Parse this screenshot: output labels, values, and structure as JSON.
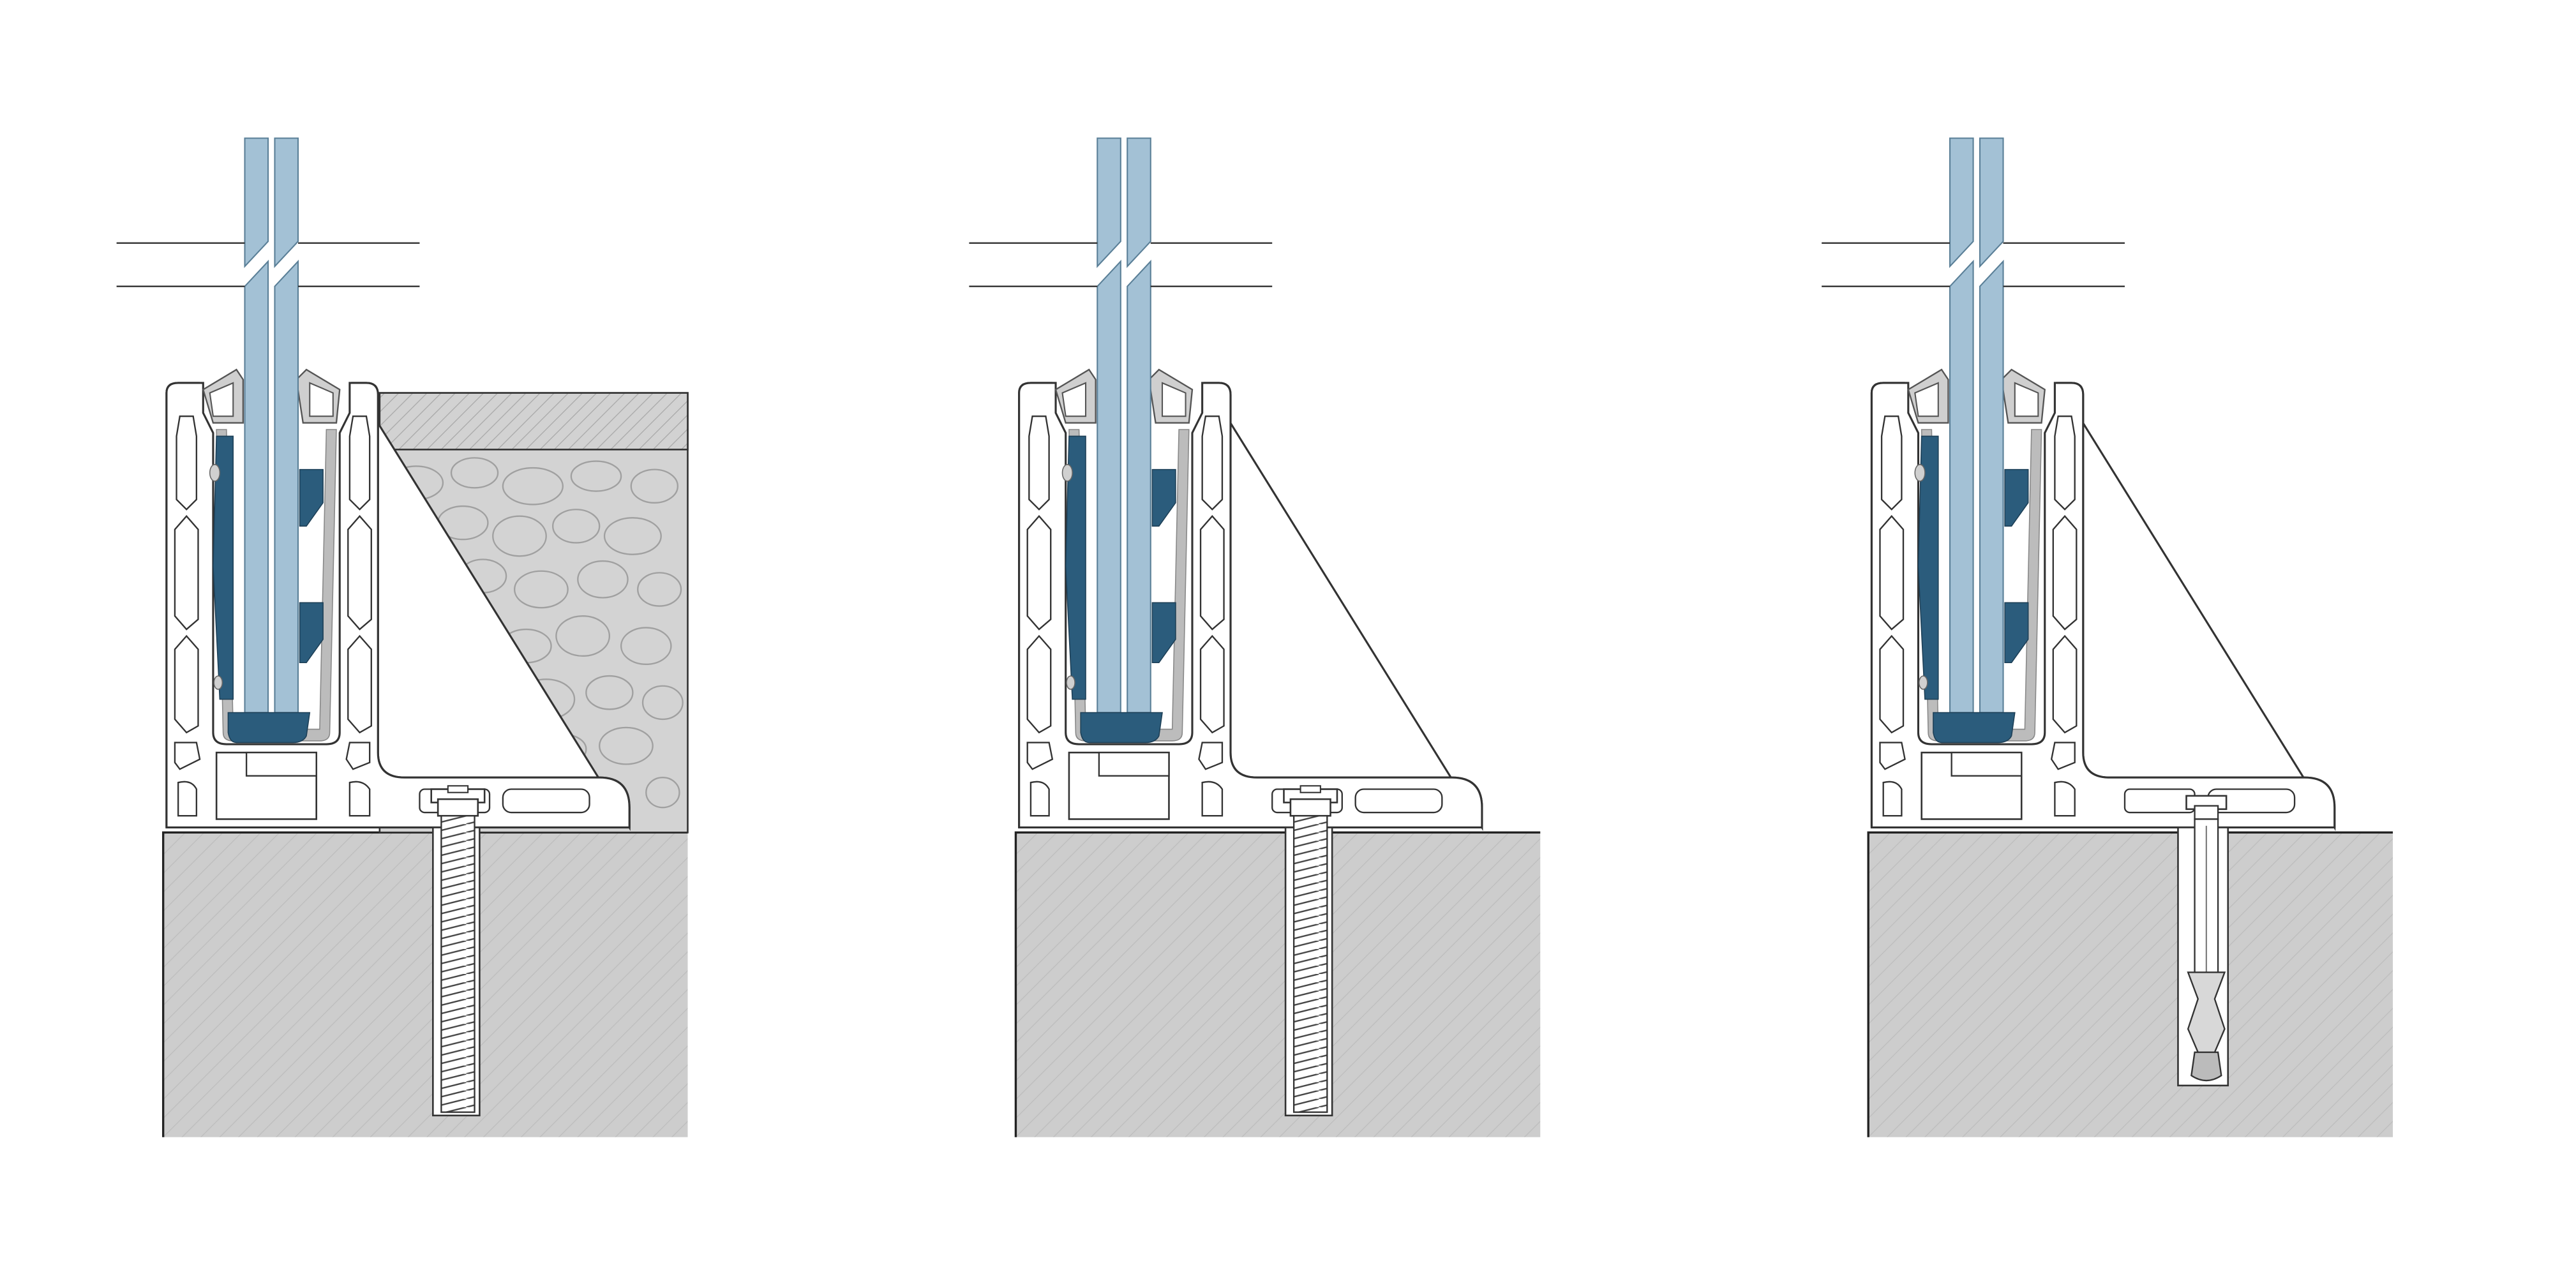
{
  "diagram": {
    "panels": [
      {
        "id": "resin-anchor-with-cladding",
        "base": "concrete",
        "cladding": "stone",
        "anchor": "threaded-rod"
      },
      {
        "id": "resin-anchor",
        "base": "concrete",
        "cladding": "none",
        "anchor": "threaded-rod"
      },
      {
        "id": "expansion-anchor",
        "base": "concrete",
        "cladding": "none",
        "anchor": "expansion-bolt"
      }
    ],
    "colors": {
      "glass": "#a3c1d5",
      "gasket": "#2b5c7c",
      "concrete": "#cccccc",
      "stone": "#d3d3d3",
      "aluminium": "#ffffff",
      "liner": "#b5b5b5",
      "line": "#3a3a3a"
    }
  }
}
